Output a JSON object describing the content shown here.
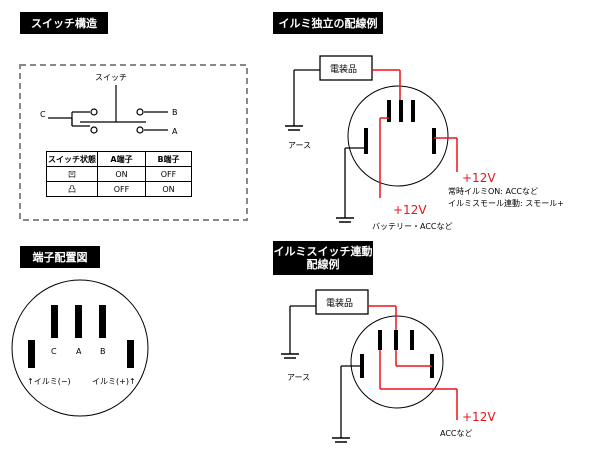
{
  "sections": {
    "switch_structure": "スイッチ構造",
    "illumi_independent": "イルミ独立の配線例",
    "terminal_layout": "端子配置図",
    "illumi_switch_linked": "イルミスイッチ連動\n配線例"
  },
  "switch_diagram": {
    "switch_label": "スイッチ",
    "terminal_c": "C",
    "terminal_b": "B",
    "terminal_a": "A"
  },
  "switch_table": {
    "headers": [
      "スイッチ状態",
      "A端子",
      "B端子"
    ],
    "rows": [
      [
        "凹",
        "ON",
        "OFF"
      ],
      [
        "凸",
        "OFF",
        "ON"
      ]
    ]
  },
  "independent_wiring": {
    "device": "電装品",
    "ground": "アース",
    "v1": "+12V",
    "v1_note": "バッテリー・ACCなど",
    "v2": "+12V",
    "v2_note1": "常時イルミON: ACCなど",
    "v2_note2": "イルミスモール連動: スモール+"
  },
  "terminal_layout": {
    "c": "C",
    "a": "A",
    "b": "B",
    "minus": "↑イルミ(−)",
    "plus": "イルミ(+)↑"
  },
  "linked_wiring": {
    "device": "電装品",
    "ground": "アース",
    "v": "+12V",
    "v_note": "ACCなど"
  },
  "colors": {
    "wire_red": "#e8141c",
    "dash_border": "#888888",
    "black": "#000000"
  }
}
